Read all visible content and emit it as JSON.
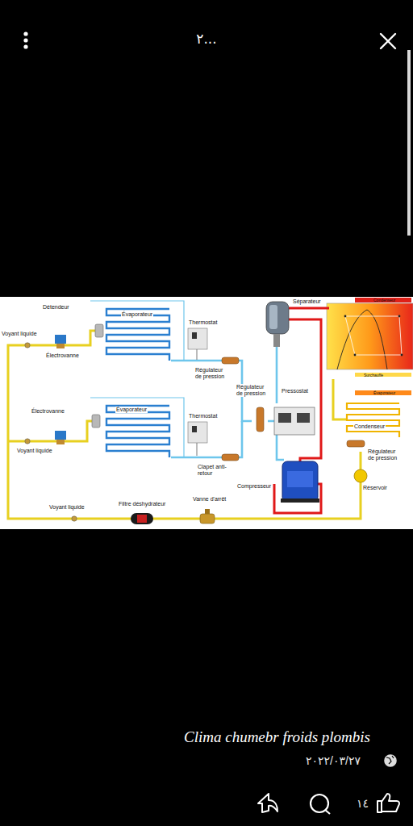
{
  "diagram": {
    "title": "٢...",
    "caption": "Clima chumebr froids plombis",
    "labels": [
      "Détendeur",
      "Évaporateur",
      "Voyant liquide",
      "Thermostat",
      "Électrovanne",
      "Séparateur",
      "Condenseur",
      "Régulateur de pression",
      "Régulateur de pression",
      "Pressostat",
      "Surchauffe",
      "Évaporateur",
      "Électrovanne",
      "Évaporateur",
      "Thermostat",
      "Condenseur",
      "Voyant liquide",
      "Régulateur de pression",
      "Clapet anti-retour",
      "Compresseur",
      "Réservoir",
      "Voyant liquide",
      "Filtre déshydrateur",
      "Vanne d'arrêt",
      "٢٠٢٢/٠٣/٢٧",
      "١٤"
    ]
  }
}
